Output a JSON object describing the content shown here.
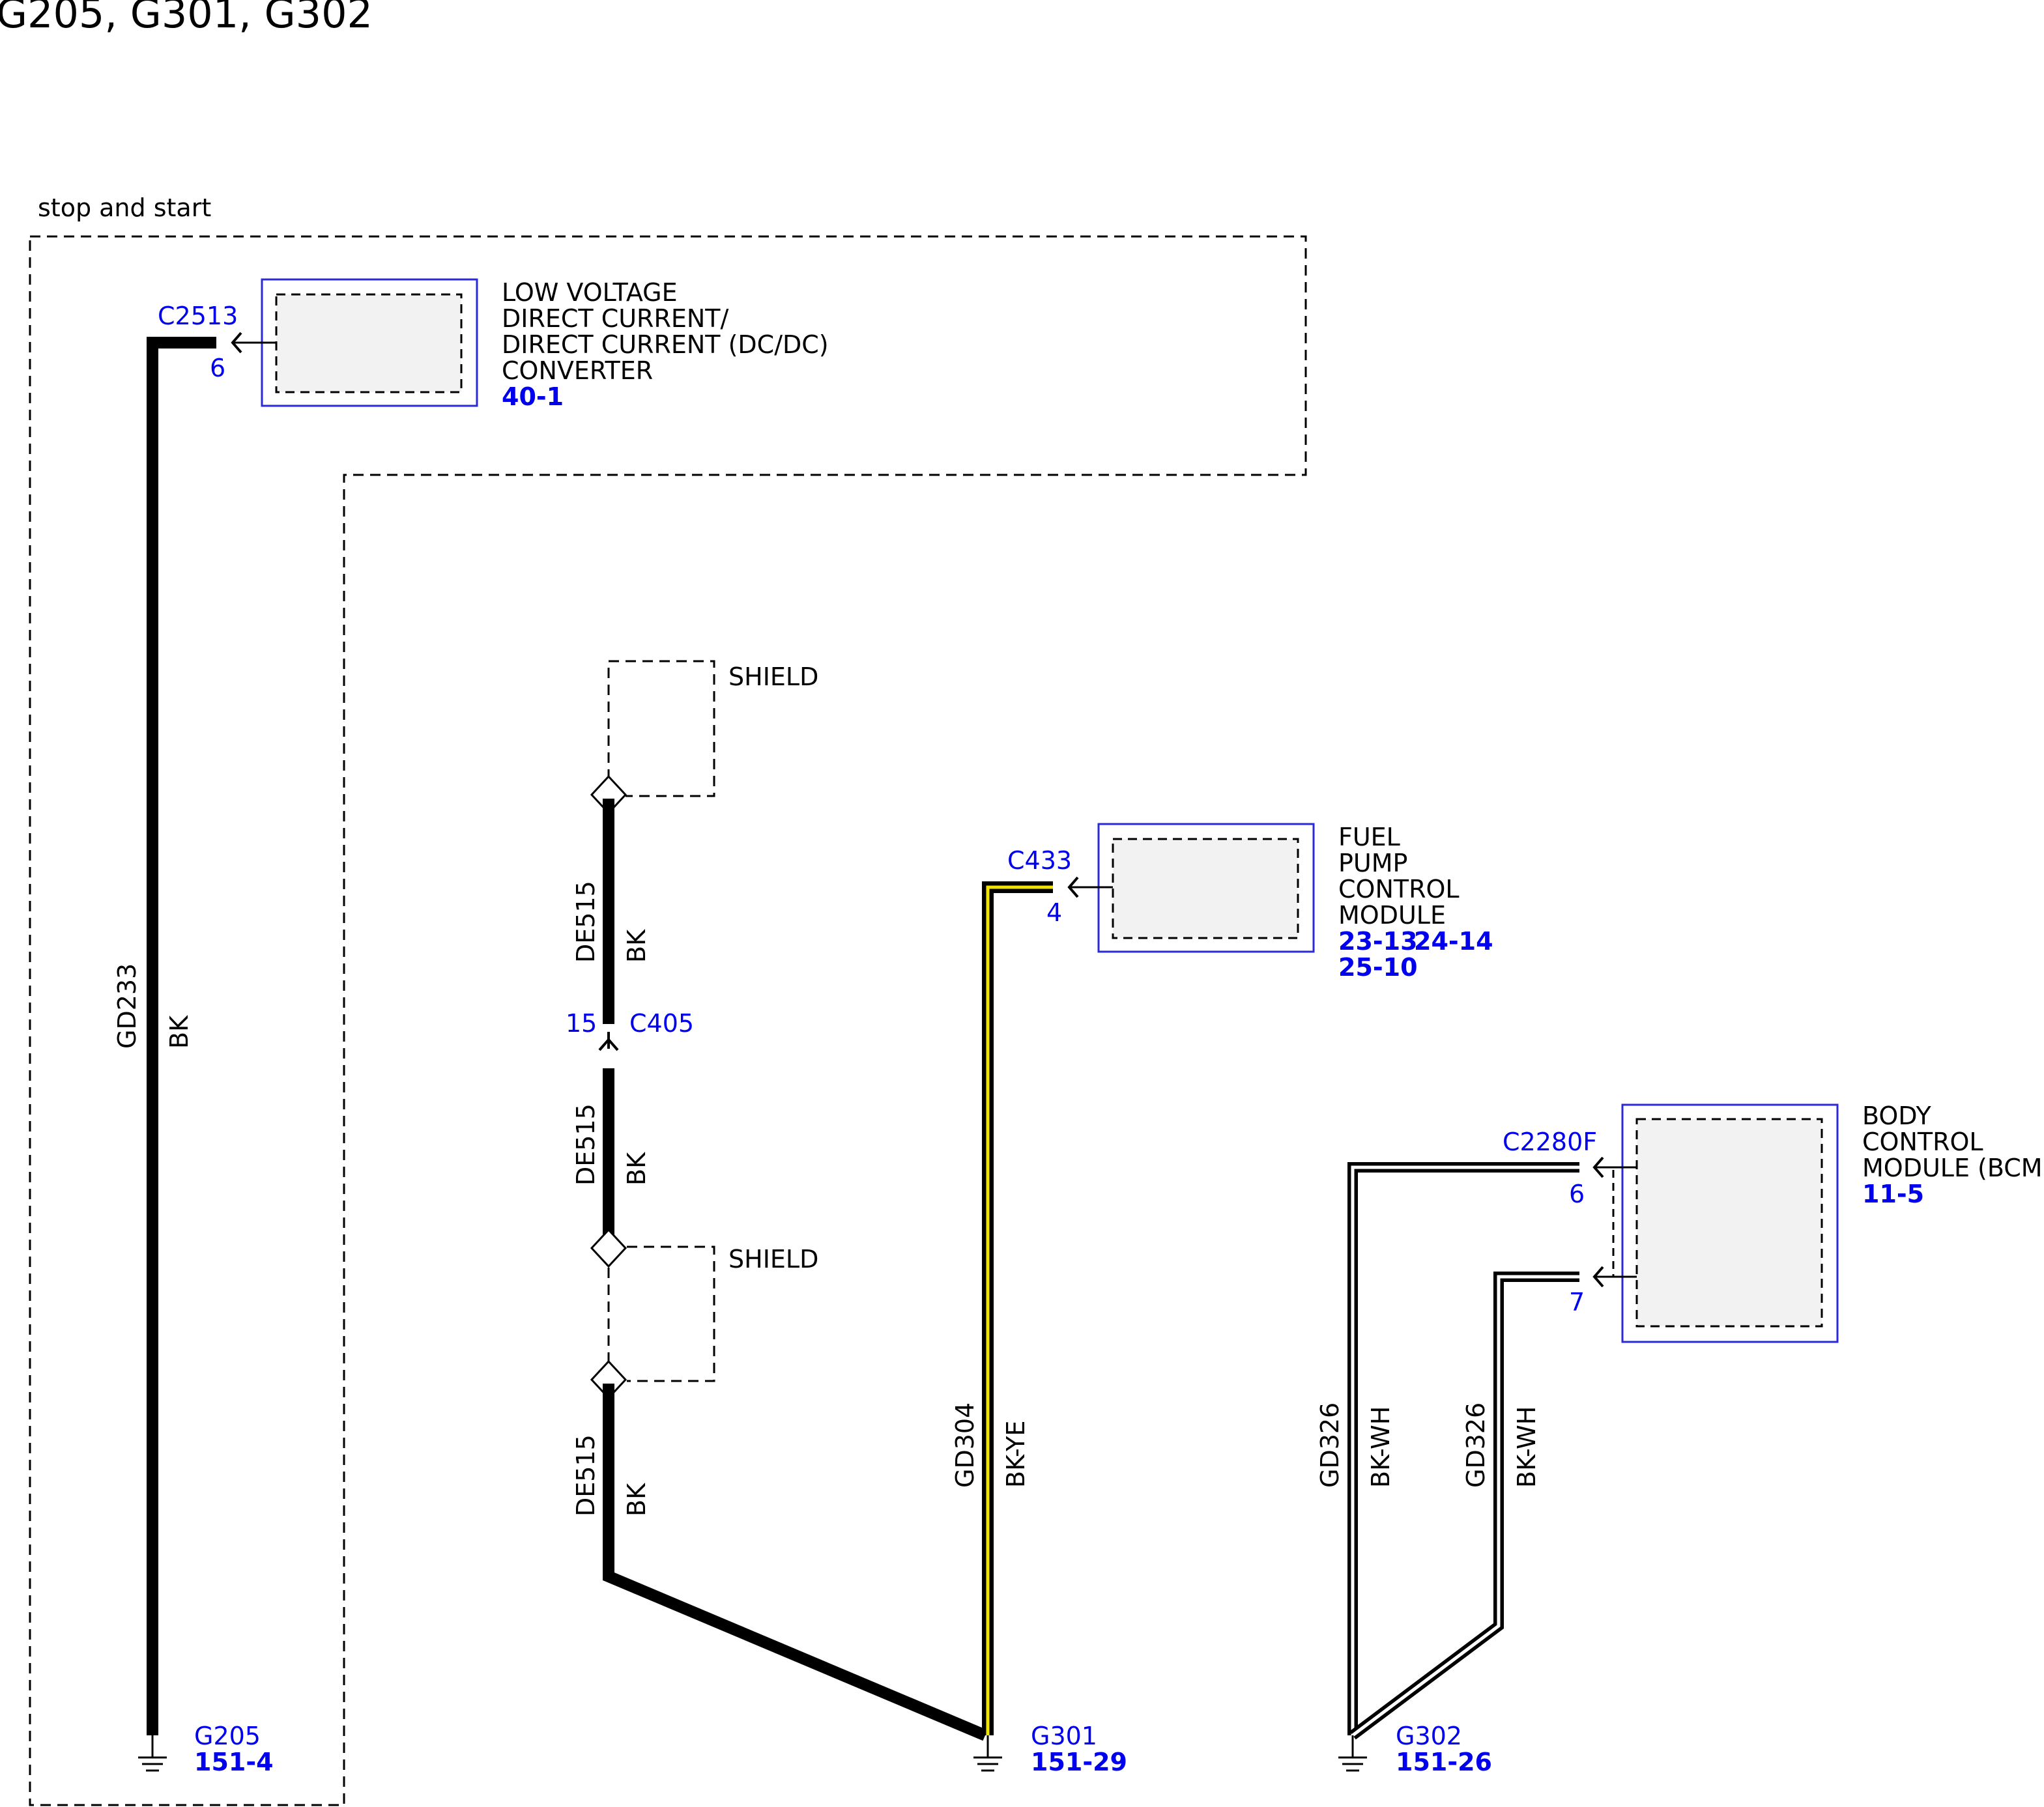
{
  "page_title": "G205, G301, G302",
  "region_label": "stop and start",
  "colors": {
    "wire": "#000000",
    "tracer_yellow": "#f2e300",
    "tracer_white": "#ffffff",
    "connector_label": "#0000ee",
    "module_border": "#2a2ad6",
    "module_fill": "#f2f2f2"
  },
  "components": {
    "dcdc": {
      "name_lines": [
        "LOW VOLTAGE",
        "DIRECT CURRENT/",
        "DIRECT CURRENT (DC/DC)",
        "CONVERTER"
      ],
      "refs": [
        "40-1"
      ],
      "connector": "C2513",
      "pin": "6"
    },
    "fpcm": {
      "name_lines": [
        "FUEL",
        "PUMP",
        "CONTROL",
        "MODULE"
      ],
      "refs_line1": [
        "23-13",
        "24-14"
      ],
      "refs_line2": [
        "25-10"
      ],
      "connector": "C433",
      "pin": "4"
    },
    "bcm": {
      "name_lines": [
        "BODY",
        "CONTROL",
        "MODULE (BCM)"
      ],
      "refs": [
        "11-5"
      ],
      "connector": "C2280F",
      "pins": [
        "6",
        "7"
      ]
    }
  },
  "inline_connector": {
    "connector": "C405",
    "pin": "15"
  },
  "shields": [
    {
      "label": "SHIELD"
    },
    {
      "label": "SHIELD"
    }
  ],
  "wires": [
    {
      "circuit": "GD233",
      "color": "BK"
    },
    {
      "circuit": "DE515",
      "color": "BK"
    },
    {
      "circuit": "DE515",
      "color": "BK"
    },
    {
      "circuit": "DE515",
      "color": "BK"
    },
    {
      "circuit": "GD304",
      "color": "BK-YE"
    },
    {
      "circuit": "GD326",
      "color": "BK-WH"
    },
    {
      "circuit": "GD326",
      "color": "BK-WH"
    }
  ],
  "grounds": [
    {
      "name": "G205",
      "ref": "151-4"
    },
    {
      "name": "G301",
      "ref": "151-29"
    },
    {
      "name": "G302",
      "ref": "151-26"
    }
  ]
}
